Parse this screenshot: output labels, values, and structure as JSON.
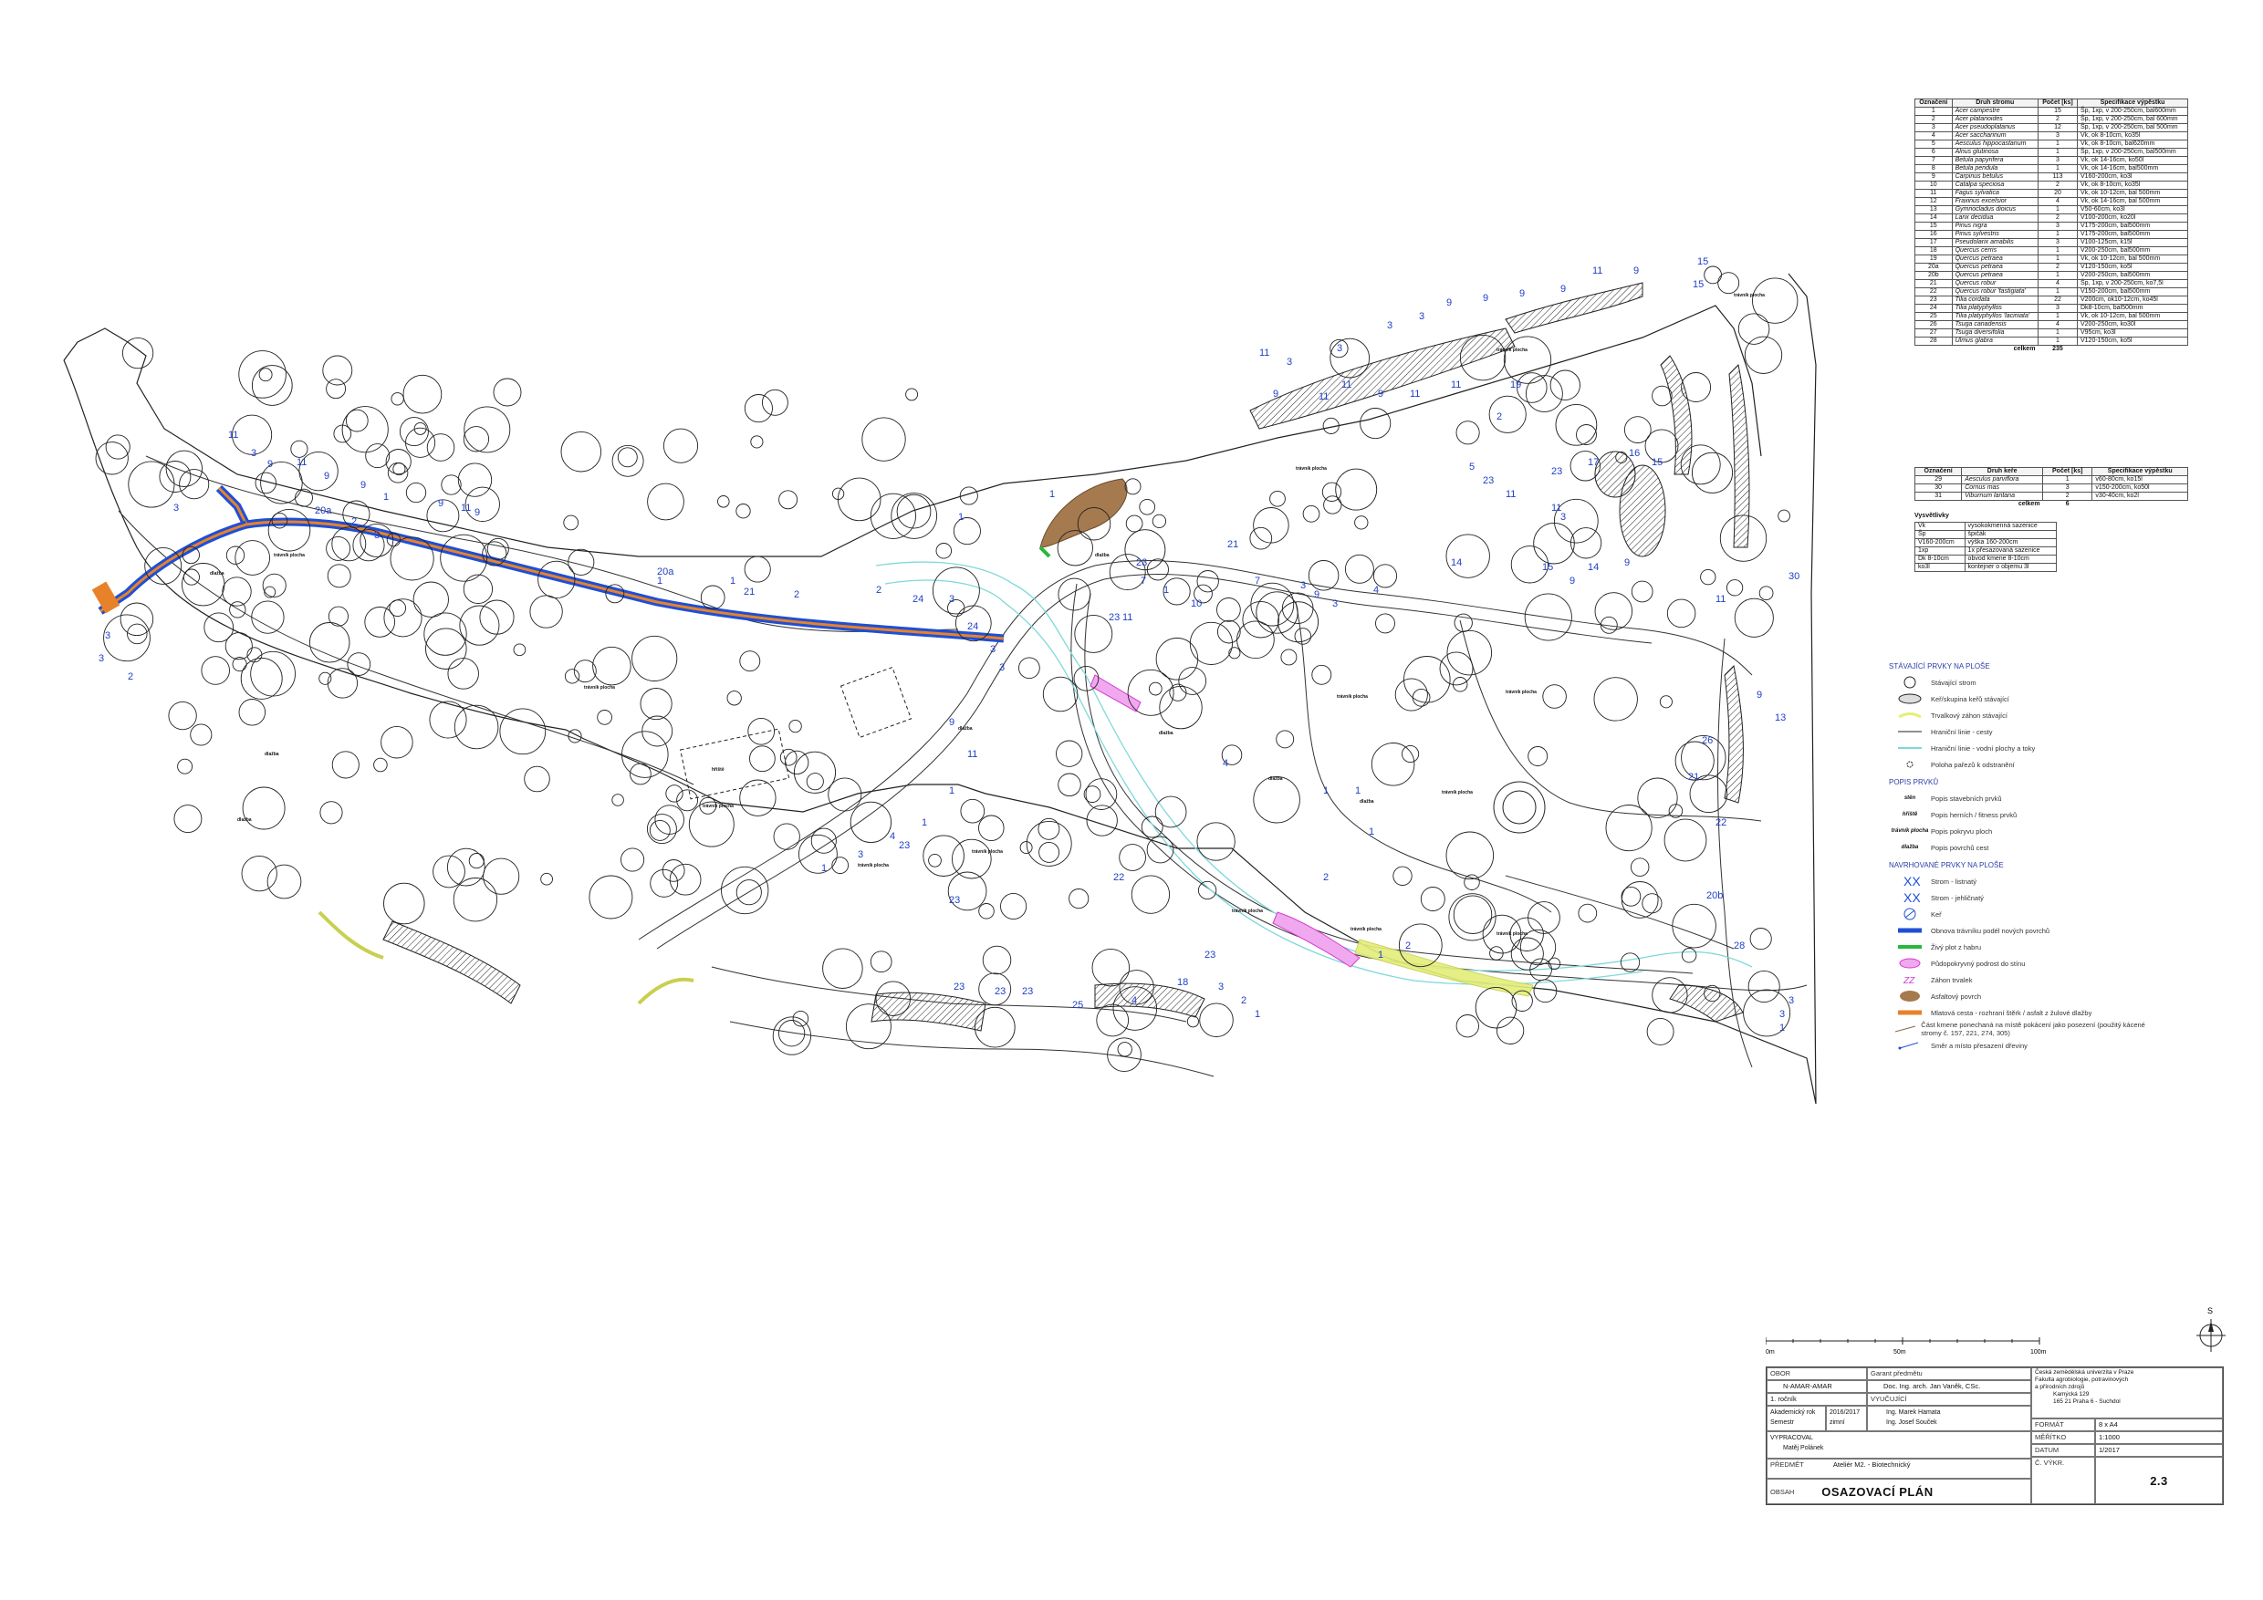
{
  "tree_table": {
    "headers": [
      "Označení",
      "Druh stromu",
      "Počet [ks]",
      "Specifikace výpěstku"
    ],
    "rows": [
      [
        "1",
        "Acer campestre",
        "15",
        "Šp, 1xp, v 200-250cm, bal600mm"
      ],
      [
        "2",
        "Acer platanoides",
        "2",
        "Šp, 1xp, v 200-250cm, bal 600mm"
      ],
      [
        "3",
        "Acer pseudoplatanus",
        "12",
        "Šp, 1xp, v 200-250cm, bal 500mm"
      ],
      [
        "4",
        "Acer saccharinum",
        "3",
        "Vk, ok 8-10cm, ko35l"
      ],
      [
        "5",
        "Aesculus hippocastanum",
        "1",
        "Vk, ok 8-10cm, bal620mm"
      ],
      [
        "6",
        "Alnus glutinosa",
        "1",
        "Šp, 1xp, v 200-250cm, bal500mm"
      ],
      [
        "7",
        "Betula papyrifera",
        "3",
        "Vk, ok 14-16cm, ko50l"
      ],
      [
        "8",
        "Betula pendula",
        "1",
        "Vk, ok 14-16cm, bal500mm"
      ],
      [
        "9",
        "Carpinus betulus",
        "113",
        "V160-200cm, ko3l"
      ],
      [
        "10",
        "Catalpa speciosa",
        "2",
        "Vk, ok 8-10cm, ko35l"
      ],
      [
        "11",
        "Fagus sylvatica",
        "20",
        "Vk, ok 10-12cm, bal 500mm"
      ],
      [
        "12",
        "Fraxinus excelsior",
        "4",
        "Vk, ok 14-16cm, bal 500mm"
      ],
      [
        "13",
        "Gymnocladus dioicus",
        "1",
        "V50-60cm, ko3l"
      ],
      [
        "14",
        "Larix decidua",
        "2",
        "V100-200cm, ko20l"
      ],
      [
        "15",
        "Pinus nigra",
        "3",
        "V175-200cm, bal500mm"
      ],
      [
        "16",
        "Pinus sylvestris",
        "1",
        "V175-200cm, bal500mm"
      ],
      [
        "17",
        "Pseudolarix amabilis",
        "3",
        "V100-125cm, k15l"
      ],
      [
        "18",
        "Quercus cerris",
        "1",
        "V200-250cm, bal500mm"
      ],
      [
        "19",
        "Quercus petraea",
        "1",
        "Vk, ok 10-12cm, bal 500mm"
      ],
      [
        "20a",
        "Quercus petraea",
        "2",
        "V120-150cm, ko5l"
      ],
      [
        "20b",
        "Quercus petraea",
        "1",
        "V200-250cm, bal500mm"
      ],
      [
        "21",
        "Quercus robur",
        "4",
        "Šp, 1xp, v 200-250cm, ko7,5l"
      ],
      [
        "22",
        "Quercus robur 'fastigiata'",
        "1",
        "V150-200cm, bal500mm"
      ],
      [
        "23",
        "Tilia cordata",
        "22",
        "V200cm, ok10-12cm, ko45l"
      ],
      [
        "24",
        "Tilia platyphyllos",
        "3",
        "Dk8-10cm, bal500mm"
      ],
      [
        "25",
        "Tilia platyphyllos 'laciniata'",
        "1",
        "Vk, ok 10-12cm, bal 500mm"
      ],
      [
        "26",
        "Tsuga canadensis",
        "4",
        "V200-250cm, ko30l"
      ],
      [
        "27",
        "Tsuga diversifolia",
        "1",
        "V95cm, ko3l"
      ],
      [
        "28",
        "Ulmus glabra",
        "1",
        "V120-150cm, ko5l"
      ]
    ],
    "total_label": "celkem",
    "total_value": "235"
  },
  "shrub_table": {
    "headers": [
      "Označení",
      "Druh keře",
      "Počet [ks]",
      "Specifikace výpěstku"
    ],
    "rows": [
      [
        "29",
        "Aesculus parviflora",
        "1",
        "v60-80cm, ko15l"
      ],
      [
        "30",
        "Cornus mas",
        "3",
        "v150-200cm, ko50l"
      ],
      [
        "31",
        "Viburnum lantana",
        "2",
        "v30-40cm, ko2l"
      ]
    ],
    "total_label": "celkem",
    "total_value": "6"
  },
  "abbreviations": {
    "title": "Vysvětlivky",
    "rows": [
      [
        "Vk",
        "vysokokmenná sazenice"
      ],
      [
        "Šp",
        "špičák"
      ],
      [
        "V160-200cm",
        "výška 160-200cm"
      ],
      [
        "1xp",
        "1x přesazovaná sazenice"
      ],
      [
        "Dk 8-10cm",
        "obvod kmene 8-10cm"
      ],
      [
        "ko3l",
        "kontejner o objemu 3l"
      ]
    ]
  },
  "legend": {
    "existing_title": "STÁVAJÍCÍ PRVKY NA PLOŠE",
    "existing": [
      {
        "icon": "existing-tree",
        "label": "Stávající strom"
      },
      {
        "icon": "shrub-group",
        "label": "Keř/skupina keřů stávající"
      },
      {
        "icon": "perennial-bed",
        "label": "Trvalkový záhon stávající"
      },
      {
        "icon": "boundary-line",
        "label": "Hraniční linie - cesty"
      },
      {
        "icon": "water-line",
        "label": "Hraniční linie - vodní plochy a toky"
      },
      {
        "icon": "stump",
        "label": "Poloha pařezů k odstranění"
      }
    ],
    "labels_title": "POPIS PRVKŮ",
    "labels": [
      {
        "icon": "label-structure",
        "sym": "stěn",
        "label": "Popis stavebních prvků"
      },
      {
        "icon": "label-play",
        "sym": "hřiště",
        "label": "Popis herních / fitness prvků"
      },
      {
        "icon": "label-surface",
        "sym": "trávník plocha",
        "label": "Popis pokryvu ploch"
      },
      {
        "icon": "label-path",
        "sym": "dlažba",
        "label": "Popis povrchů cest"
      }
    ],
    "proposed_title": "NAVRHOVANÉ PRVKY NA PLOŠE",
    "proposed": [
      {
        "icon": "deciduous-tree",
        "label": "Strom - listnatý"
      },
      {
        "icon": "conifer-tree",
        "label": "Strom - jehličnatý"
      },
      {
        "icon": "shrub",
        "label": "Keř"
      },
      {
        "icon": "gravel-path-renewal",
        "label": "Obnova trávníku podél nových povrchů"
      },
      {
        "icon": "hedge",
        "label": "Živý plot z habru"
      },
      {
        "icon": "groundcover",
        "label": "Půdopokryvný podrost do stínu"
      },
      {
        "icon": "perennial",
        "label": "Záhon trvalek"
      },
      {
        "icon": "asphalt",
        "label": "Asfaltový povrch"
      },
      {
        "icon": "mlat-path",
        "label": "Mlatová cesta - rozhraní štěrk / asfalt z žulové dlažby"
      },
      {
        "icon": "trunk-part",
        "label": "Část kmene ponechaná na místě pokácení jako posezení (použitý kácené stromy č. 157, 221, 274, 305)"
      },
      {
        "icon": "move-arrow",
        "label": "Směr a místo přesazení dřeviny"
      }
    ],
    "colors": {
      "blue": "#1e4fd6",
      "orange": "#e8822a",
      "green": "#27b83a",
      "magenta": "#d63ad0",
      "brown": "#a57a4e",
      "cyan": "#7fd8d8",
      "yellow": "#e4ee7a"
    }
  },
  "scale": {
    "labels": [
      "0m",
      "50m",
      "100m"
    ]
  },
  "north": {
    "label": "S"
  },
  "title_block": {
    "obor_label": "OBOR",
    "obor_value": "N-AMAR-AMAR",
    "garant_label": "Garant předmětu",
    "garant_value": "Doc. Ing. arch. Jan Vaněk, CSc.",
    "uni_line1": "Česká zemědělská univerzita v Praze",
    "uni_line2": "Fakulta agrobiologie, potravinových",
    "uni_line3": "a přírodních zdrojů",
    "uni_line4": "Kamýcká 129",
    "uni_line5": "165 21 Praha 6 - Suchdol",
    "rocnik": "1. ročník",
    "vyucujici_label": "VYUČUJÍCÍ",
    "akad_label": "Akademický rok",
    "akad_value": "2016/2017",
    "semestr_label": "Semestr",
    "semestr_value": "zimní",
    "teacher1": "Ing. Marek Hamata",
    "teacher2": "Ing. Josef Souček",
    "format_label": "FORMÁT",
    "format_value": "8 x A4",
    "meritko_label": "MĚŘÍTKO",
    "meritko_value": "1:1000",
    "datum_label": "DATUM",
    "datum_value": "1/2017",
    "vypracoval_label": "VYPRACOVAL",
    "vypracoval_value": "Matěj Polánek",
    "predmet_label": "PŘEDMĚT",
    "predmet_value": "Ateliér M2. - Biotechnický",
    "cvykr_label": "Č. VÝKR.",
    "cvykr_value": "2.3",
    "obsah_label": "OBSAH",
    "obsah_value": "OSAZOVACÍ PLÁN"
  },
  "map_labels": {
    "numbers": [
      "11",
      "3",
      "9",
      "11",
      "9",
      "9",
      "1",
      "9",
      "11",
      "9",
      "20a",
      "2",
      "3",
      "1",
      "1",
      "20a",
      "21",
      "2",
      "2",
      "24",
      "3",
      "24",
      "3",
      "3",
      "9",
      "11",
      "1",
      "1",
      "4",
      "23",
      "3",
      "1",
      "22",
      "23",
      "23",
      "23",
      "23",
      "23",
      "25",
      "4",
      "18",
      "3",
      "2",
      "1",
      "2",
      "1",
      "1",
      "1",
      "4",
      "1",
      "2",
      "3",
      "3",
      "1",
      "28",
      "20b",
      "22",
      "21",
      "26",
      "9",
      "13",
      "30",
      "11",
      "9",
      "9",
      "14",
      "15",
      "14",
      "4",
      "3",
      "9",
      "3",
      "21",
      "23",
      "7",
      "1",
      "11",
      "10",
      "23",
      "7",
      "19",
      "11",
      "11",
      "9",
      "11",
      "11",
      "9",
      "11",
      "3",
      "3",
      "3",
      "3",
      "9",
      "9",
      "9",
      "9",
      "11",
      "9",
      "15",
      "15",
      "15",
      "16",
      "17",
      "23",
      "2",
      "5",
      "23",
      "11",
      "11",
      "3",
      "3",
      "3",
      "3",
      "2",
      "1",
      "1"
    ],
    "surfaces": [
      "trávník plocha",
      "trávník plocha",
      "trávník plocha",
      "dlažba",
      "dlažba",
      "dlažba",
      "trávník plocha",
      "trávník plocha",
      "trávník plocha",
      "dlažba",
      "trávník plocha",
      "trávník plocha",
      "trávník plocha",
      "trávník plocha",
      "trávník plocha",
      "dlažba",
      "dlažba",
      "dlažba",
      "hřiště",
      "dlažba",
      "trávník plocha",
      "trávník plocha",
      "trávník plocha"
    ]
  }
}
